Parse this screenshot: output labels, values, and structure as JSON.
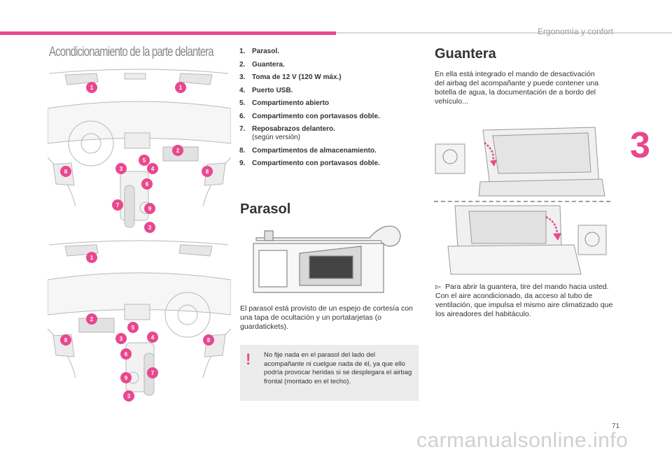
{
  "header": {
    "section": "Ergonomía y confort",
    "chapter": "3",
    "page_number": "71"
  },
  "left": {
    "title": "Acondicionamiento de la parte delantera"
  },
  "legend": [
    {
      "num": "1.",
      "label": "Parasol."
    },
    {
      "num": "2.",
      "label": "Guantera."
    },
    {
      "num": "3.",
      "label": "Toma de 12 V (120 W máx.)"
    },
    {
      "num": "4.",
      "label": "Puerto USB."
    },
    {
      "num": "5.",
      "label": "Compartimento abierto"
    },
    {
      "num": "6.",
      "label": "Compartimento con portavasos doble."
    },
    {
      "num": "7.",
      "label": "Reposabrazos delantero.",
      "sub": "(según versión)"
    },
    {
      "num": "8.",
      "label": "Compartimentos de almacenamiento."
    },
    {
      "num": "9.",
      "label": "Compartimento con portavasos doble."
    }
  ],
  "parasol": {
    "title": "Parasol",
    "text": "El parasol está provisto de un espejo de cortesía con una tapa de ocultación y un portatarjetas (o guardatickets).",
    "warning": "No fije nada en el parasol del lado del acompañante ni cuelgue nada de él, ya que ello podría provocar heridas si se desplegara el airbag frontal (montado en el techo)."
  },
  "guantera": {
    "title": "Guantera",
    "intro": "En ella está integrado el mando de desactivación del airbag del acompañante y puede contener una botella de agua, la documentación de a bordo del vehículo...",
    "bullet": "Para abrir la guantera, tire del mando hacia usted.",
    "after": "Con el aire acondicionado, da acceso al tubo de ventilación, que impulsa el mismo aire climatizado que los aireadores del habitáculo."
  },
  "watermark": "carmanualsonline.info",
  "callouts_top": [
    "1",
    "1",
    "2",
    "5",
    "3",
    "4",
    "8",
    "8",
    "6",
    "7",
    "9",
    "3"
  ],
  "callouts_bottom": [
    "1",
    "2",
    "5",
    "3",
    "4",
    "8",
    "8",
    "6",
    "7",
    "9",
    "3"
  ],
  "colors": {
    "accent": "#e8488e",
    "text": "#333333"
  }
}
